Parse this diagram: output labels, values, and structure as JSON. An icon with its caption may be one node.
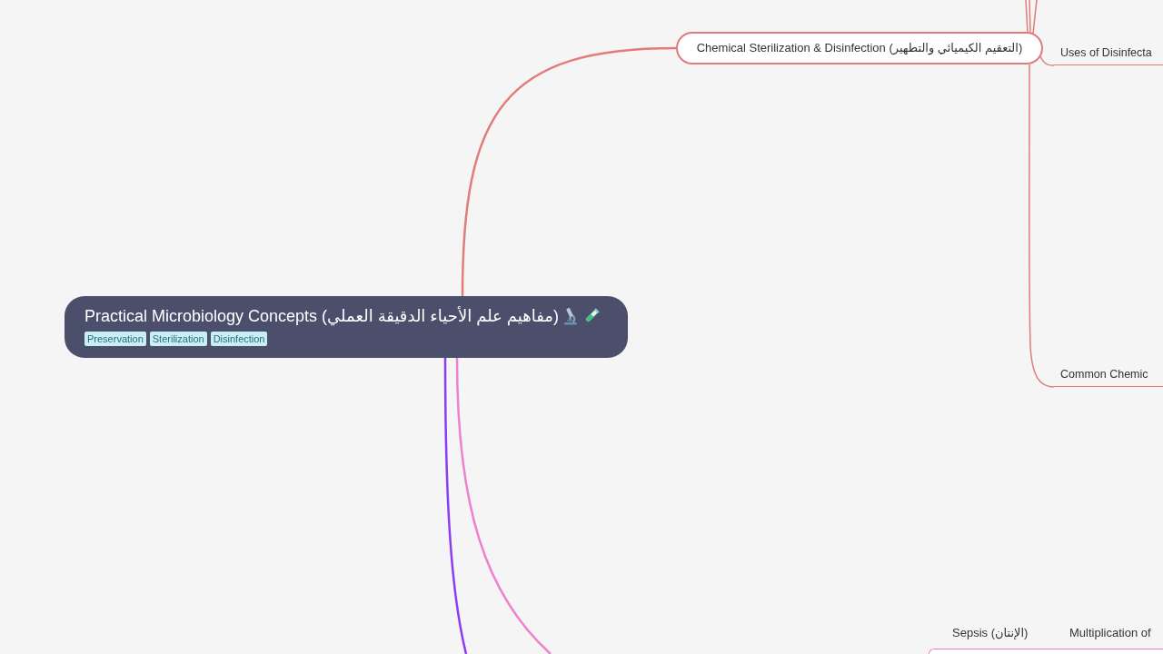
{
  "diagram": {
    "nodes": [
      {
        "text": [
          "Practical Microbiology Concepts (مفاهيم علم الأحياء الدقيقة العملي)",
          "Preservation",
          "Sterilization",
          "Disinfection"
        ]
      },
      {
        "text": [
          "Chemical Sterilization & Disinfection (التعقيم الكيميائي والتطهير)"
        ]
      },
      {
        "text": [
          "Uses of Disinfecta"
        ]
      },
      {
        "text": [
          "Common Chemic"
        ]
      },
      {
        "text": [],
        "shape": "box"
      }
    ],
    "edges": [
      {
        "from": 0,
        "to": 1,
        "arrow": "none"
      },
      {
        "from": 1,
        "to": 2,
        "arrow": "none"
      },
      {
        "from": 1,
        "to": 3,
        "arrow": "none"
      },
      {
        "from": 1,
        "to": null,
        "arrow": "none"
      },
      {
        "from": 1,
        "to": null,
        "arrow": "none"
      },
      {
        "from": 1,
        "to": null,
        "arrow": "none"
      },
      {
        "from": 0,
        "to": null,
        "arrow": "none",
        "color": "#8b3cf7"
      },
      {
        "from": 0,
        "to": null,
        "arrow": "none",
        "color": "#ef7fcf"
      }
    ],
    "labels": [
      "Sepsis (الإنتان)",
      "Multiplication of"
    ]
  }
}
